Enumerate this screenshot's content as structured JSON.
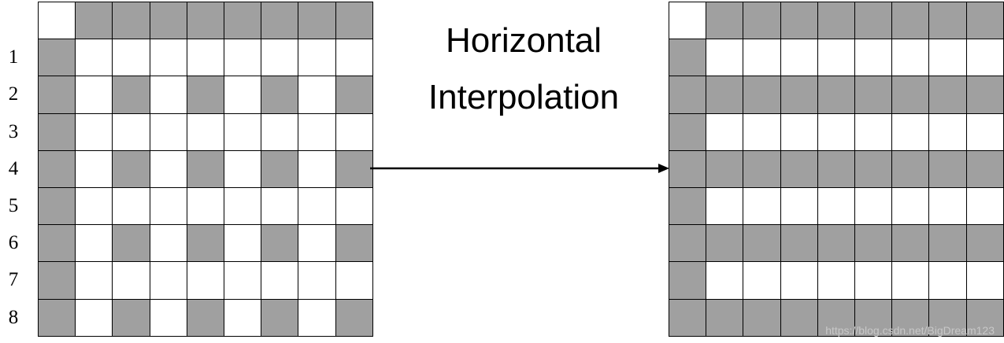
{
  "title_lines": [
    "Horizontal",
    "Interpolation"
  ],
  "row_labels": [
    "1",
    "2",
    "3",
    "4",
    "5",
    "6",
    "7",
    "8"
  ],
  "watermark": "https://blog.csdn.net/BigDream123",
  "colors": {
    "filled": "#a0a0a0",
    "empty": "#ffffff",
    "border": "#000000",
    "arrow": "#000000"
  },
  "left_grid": {
    "cells": [
      "WGGGGGGGG",
      "GWWWWWWWW",
      "GWGWGWGWG",
      "GWWWWWWWW",
      "GWGWGWGWG",
      "GWWWWWWWW",
      "GWGWGWGWG",
      "GWWWWWWWW",
      "GWGWGWGWG"
    ]
  },
  "right_grid": {
    "cells": [
      "WGGGGGGGG",
      "GWWWWWWWW",
      "GGGGGGGGG",
      "GWWWWWWWW",
      "GGGGGGGGG",
      "GWWWWWWWW",
      "GGGGGGGGG",
      "GWWWWWWWW",
      "GGGGGGGGG"
    ]
  }
}
